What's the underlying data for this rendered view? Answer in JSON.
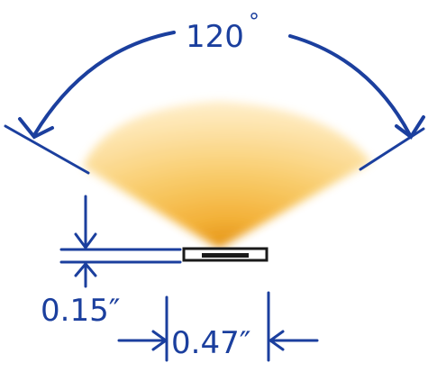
{
  "diagram": {
    "beam_angle": {
      "value": "120",
      "unit": "°"
    },
    "height_label": "0.15″",
    "width_label": "0.47″",
    "colors": {
      "dimension_line": "#1b3f9e",
      "beam_outer": "#fde9b8",
      "beam_inner": "#f6b43a",
      "beam_core": "#e89a12",
      "led_body": "#1a1a1a"
    }
  }
}
